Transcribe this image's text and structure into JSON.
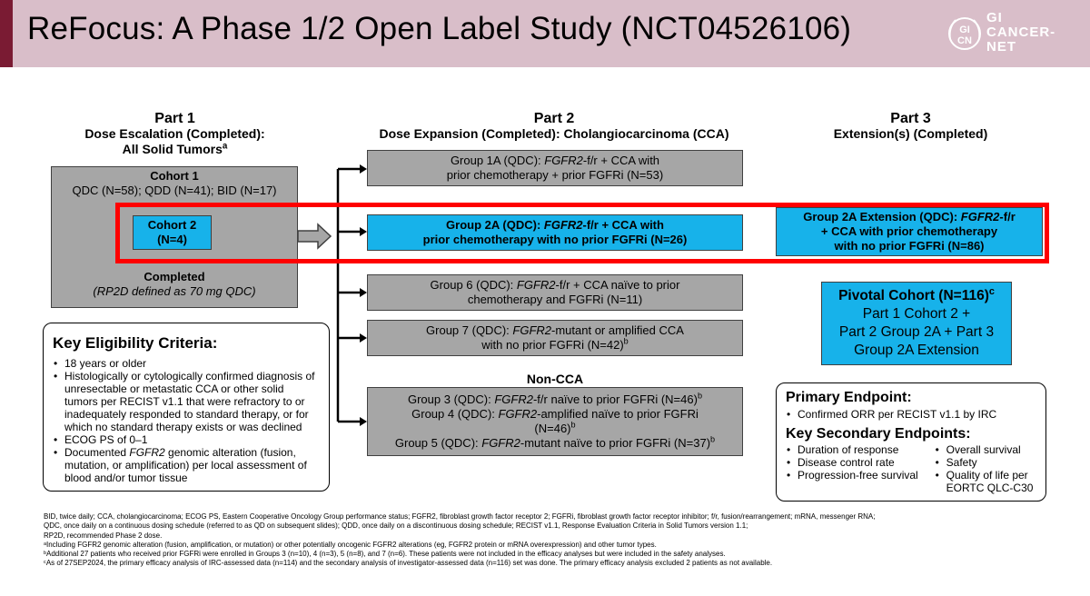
{
  "title": "ReFocus: A Phase 1/2 Open Label Study (NCT04526106)",
  "logo": {
    "line1": "GI",
    "line2": "CANCER-",
    "line3": "NET",
    "seal_top": "GI",
    "seal_bottom": "CN"
  },
  "part1": {
    "title": "Part 1",
    "subtitle1": "Dose Escalation (Completed):",
    "subtitle2": "All Solid Tumors",
    "sup": "a"
  },
  "part2": {
    "title": "Part 2",
    "subtitle": "Dose Expansion (Completed): Cholangiocarcinoma (CCA)"
  },
  "part3": {
    "title": "Part 3",
    "subtitle": "Extension(s) (Completed)"
  },
  "cohort1": {
    "title": "Cohort 1",
    "doses": "QDC (N=58); QDD (N=41); BID (N=17)"
  },
  "cohort2": {
    "line1": "Cohort 2",
    "line2": "(N=4)"
  },
  "completed": {
    "title": "Completed",
    "note": "(RP2D defined as 70 mg QDC)"
  },
  "group1a": {
    "a": "Group 1A (QDC): ",
    "b": "FGFR2",
    "c": "-f/r + CCA with",
    "d": "prior chemotherapy + prior FGFRi (N=53)"
  },
  "group2a": {
    "a": "Group 2A (QDC): ",
    "b": "FGFR2",
    "c": "-f/r + CCA with",
    "d": "prior chemotherapy with no prior FGFRi (N=26)"
  },
  "group6": {
    "a": "Group 6 (QDC): ",
    "b": "FGFR2",
    "c": "-f/r + CCA naïve to prior",
    "d": "chemotherapy and FGFRi (N=11)"
  },
  "group7": {
    "a": "Group 7 (QDC): ",
    "b": "FGFR2",
    "c": "-mutant or amplified CCA",
    "d": "with no prior FGFRi (N=42)",
    "sup": "b"
  },
  "noncca": {
    "label": "Non-CCA"
  },
  "group3": {
    "a": "Group 3 (QDC): ",
    "b": "FGFR2",
    "c": "-f/r naïve to prior FGFRi (N=46)",
    "sup": "b"
  },
  "group4": {
    "a": "Group 4 (QDC): ",
    "b": "FGFR2",
    "c": "-amplified naïve to prior FGFRi",
    "d": "(N=46)",
    "sup": "b"
  },
  "group5": {
    "a": "Group 5 (QDC): ",
    "b": "FGFR2",
    "c": "-mutant naïve to prior FGFRi (N=37)",
    "sup": "b"
  },
  "ext2a": {
    "a": "Group 2A Extension (QDC): ",
    "b": "FGFR2",
    "c": "-f/r",
    "d": "+ CCA with prior chemotherapy",
    "e": "with no prior FGFRi (N=86)"
  },
  "pivotal": {
    "title": "Pivotal Cohort (N=116)",
    "sup": "c",
    "l1": "Part 1 Cohort 2 +",
    "l2": "Part 2 Group 2A + Part 3",
    "l3": "Group 2A Extension"
  },
  "eligibility": {
    "title": "Key Eligibility Criteria:",
    "items": [
      "18 years or older",
      "Histologically or cytologically confirmed diagnosis of unresectable or metastatic CCA or other solid tumors per RECIST v1.1 that were refractory to or inadequately responded to standard therapy, or for which no standard therapy exists or was declined",
      "ECOG PS of 0–1"
    ],
    "last_a": "Documented ",
    "last_b": "FGFR2",
    "last_c": " genomic alteration (fusion, mutation, or amplification) per local assessment of blood and/or tumor tissue"
  },
  "endpoints": {
    "primary_title": "Primary Endpoint:",
    "primary": "Confirmed ORR per RECIST v1.1 by IRC",
    "secondary_title": "Key Secondary Endpoints:",
    "secondary_left": [
      "Duration of response",
      "Disease control rate",
      "Progression-free survival"
    ],
    "secondary_right": [
      "Overall survival",
      "Safety",
      "Quality of life per EORTC QLC-C30"
    ]
  },
  "footnotes": [
    "BID, twice daily; CCA, cholangiocarcinoma; ECOG PS, Eastern Cooperative Oncology Group performance status; FGFR2, fibroblast growth factor receptor 2; FGFRi, fibroblast growth factor receptor inhibitor; f/r, fusion/rearrangement; mRNA, messenger RNA;",
    "QDC, once daily on a continuous dosing schedule (referred to as QD on subsequent slides); QDD, once daily on a discontinuous dosing schedule; RECIST v1.1, Response Evaluation Criteria in Solid Tumors version 1.1;",
    "RP2D, recommended Phase 2 dose.",
    "ᵃIncluding FGFR2 genomic alteration (fusion, amplification, or mutation) or other potentially oncogenic FGFR2 alterations (eg, FGFR2 protein or mRNA overexpression) and other tumor types.",
    "ᵇAdditional 27 patients who received prior FGFRi were enrolled in Groups 3 (n=10), 4 (n=3), 5 (n=8), and 7 (n=6). These patients were not included in the efficacy analyses but were included in the safety analyses.",
    "ᶜAs of 27SEP2024, the primary efficacy analysis of IRC-assessed data (n=114) and the secondary analysis of investigator-assessed data (n=116) set was done. The primary efficacy analysis excluded 2 patients as not available."
  ],
  "colors": {
    "header_bg": "#d9bec9",
    "accent": "#7a1b33",
    "blue": "#17b2ea",
    "gray": "#a6a6a6",
    "red": "#ff0000"
  }
}
